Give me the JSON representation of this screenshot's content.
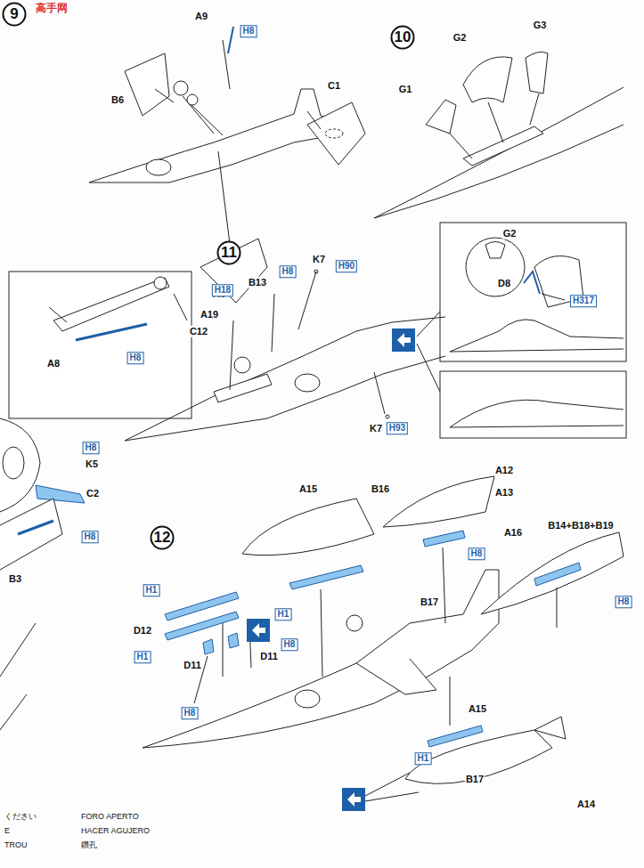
{
  "diagram": {
    "nodes": [
      {
        "text": [
          "9"
        ]
      },
      {
        "text": [
          "10"
        ]
      },
      {
        "text": [
          "11"
        ]
      },
      {
        "text": [
          "12"
        ]
      }
    ],
    "labels": [
      "高手网",
      "A9",
      "H8",
      "B6",
      "C1",
      "A6",
      "C12",
      "A8",
      "H8",
      "H8",
      "K5",
      "C2",
      "H8",
      "B3",
      "G2",
      "G3",
      "G1",
      "G2",
      "D8",
      "H317",
      "B13",
      "H8",
      "K7",
      "H90",
      "H18",
      "A19",
      "K7",
      "H93",
      "A15",
      "B16",
      "A12",
      "A13",
      "A16",
      "H8",
      "B14+B18+B19",
      "H8",
      "H1",
      "D12",
      "H1",
      "D11",
      "H8",
      "D11",
      "H8",
      "B17",
      "H1",
      "A15",
      "H1",
      "B17",
      "A14",
      "ください",
      "E",
      "TROU",
      "FORO APERTO",
      "HACER AGUJERO",
      "鑽孔"
    ]
  }
}
